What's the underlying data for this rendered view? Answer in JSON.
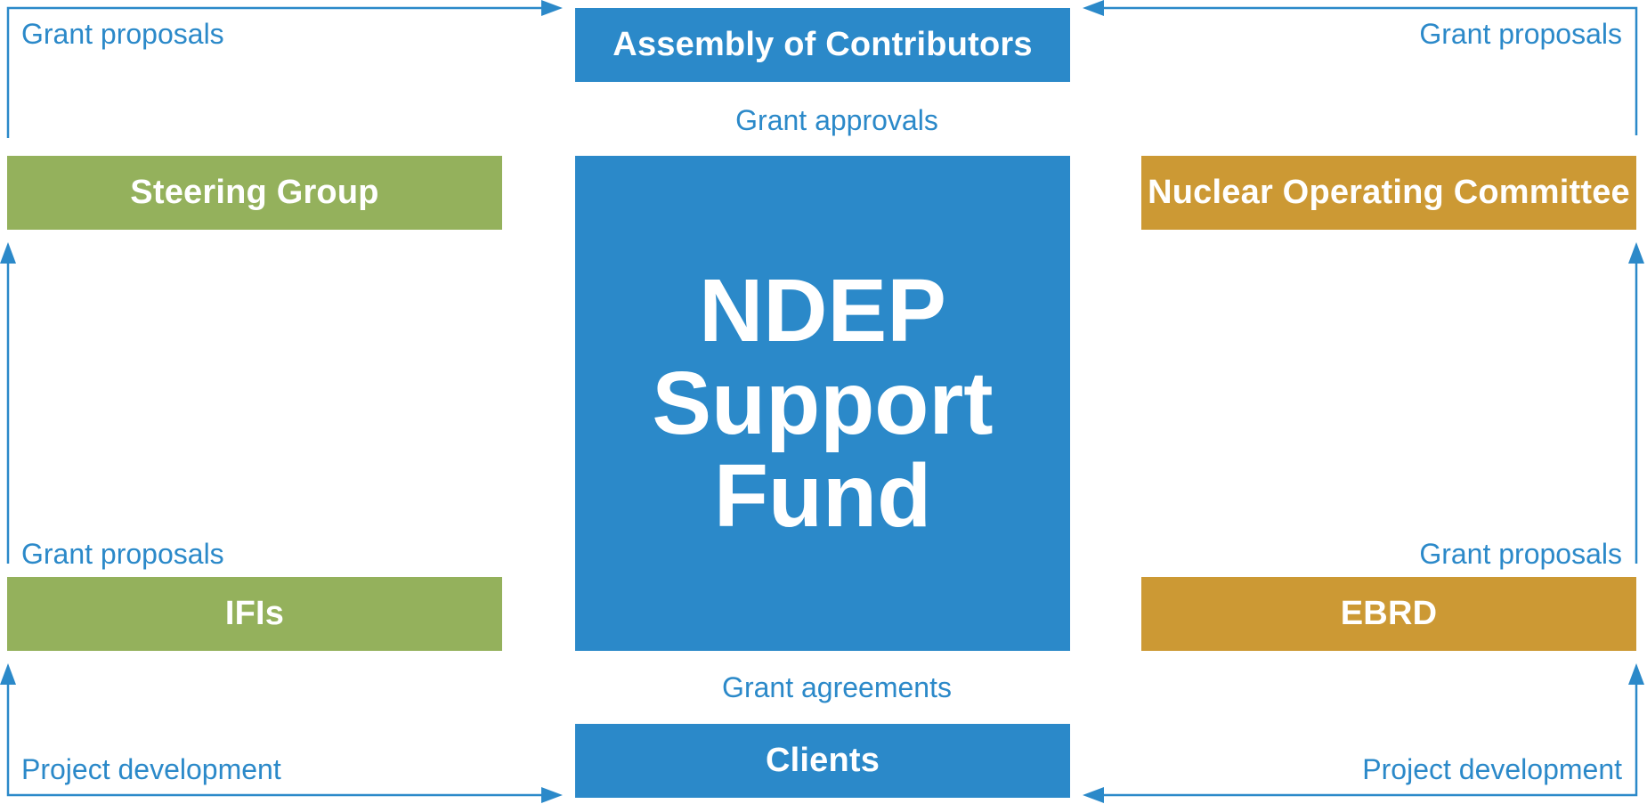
{
  "boxes": {
    "assembly": "Assembly of Contributors",
    "steering": "Steering Group",
    "noc": "Nuclear Operating Committee",
    "center": "NDEP\nSupport\nFund",
    "ifis": "IFIs",
    "ebrd": "EBRD",
    "clients": "Clients"
  },
  "flows": {
    "top_left": "Grant proposals",
    "top_right": "Grant proposals",
    "approvals": "Grant approvals",
    "mid_left": "Grant proposals",
    "mid_right": "Grant proposals",
    "agreements": "Grant agreements",
    "bottom_left": "Project development",
    "bottom_right": "Project development"
  },
  "colors": {
    "blue": "#2b89c9",
    "green": "#94b15c",
    "gold": "#cc9934"
  }
}
